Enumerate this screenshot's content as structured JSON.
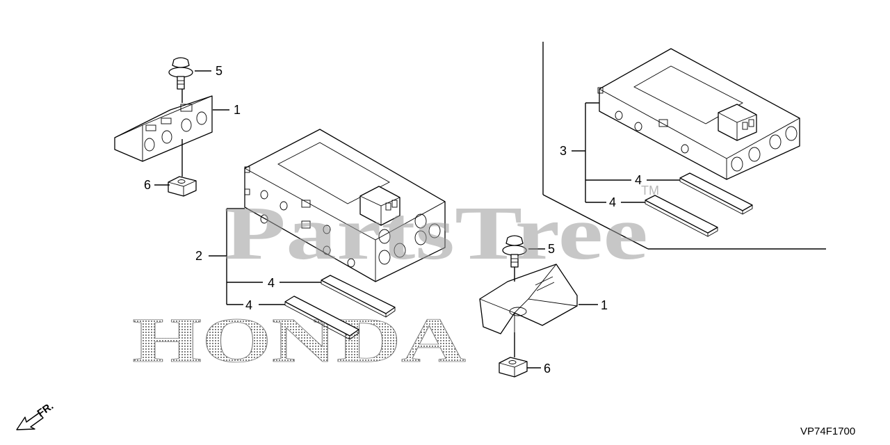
{
  "watermark": {
    "text": "PartsTree",
    "tm": "TM"
  },
  "brand_logo": {
    "text": "HONDA"
  },
  "diagram_code": "VP74F1700",
  "direction_indicator": {
    "label": "FR."
  },
  "callouts": {
    "top_left_bolt": "5",
    "top_left_bracket": "1",
    "top_left_nut": "6",
    "center_unit": "2",
    "center_pad_upper": "4",
    "center_pad_lower": "4",
    "right_unit": "3",
    "right_pad_upper": "4",
    "right_pad_lower": "4",
    "bottom_right_bolt": "5",
    "bottom_right_bracket": "1",
    "bottom_right_nut": "6"
  }
}
